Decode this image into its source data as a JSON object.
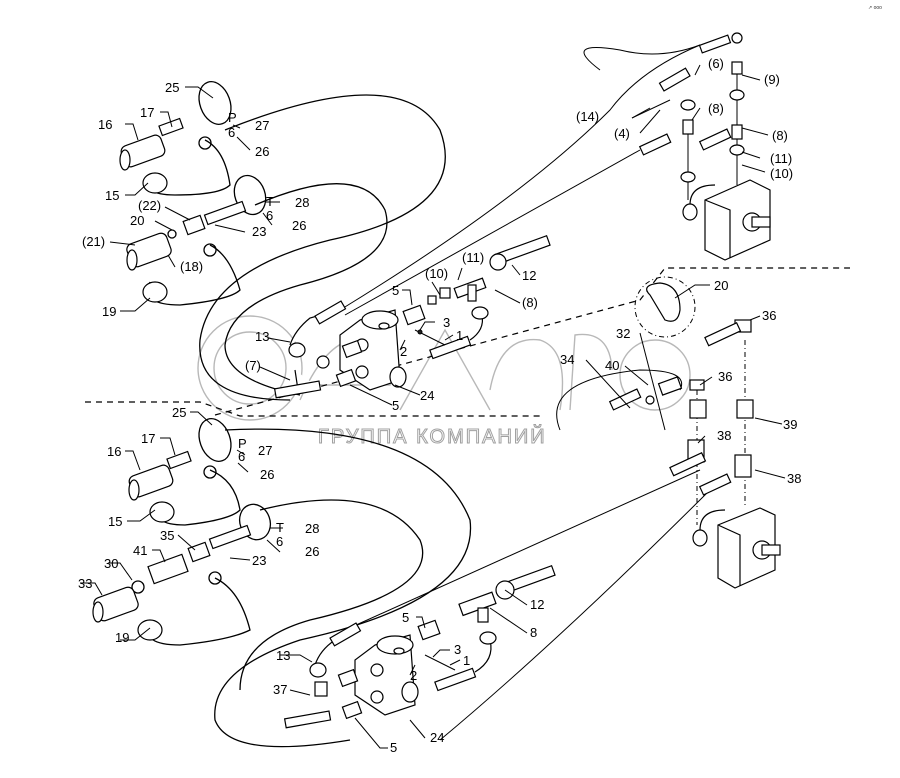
{
  "diagram": {
    "type": "exploded-parts-diagram",
    "subject": "hydraulic hose and coupling assembly with two gear pumps",
    "watermark": {
      "logo_text": "белагро",
      "subtitle": "ГРУППА КОМПАНИЙ"
    },
    "corner_mark": "↗ ooo",
    "upper_assembly": {
      "labels": [
        "25",
        "17",
        "P",
        "27",
        "16",
        "6",
        "26",
        "15",
        "T",
        "28",
        "(22)",
        "20",
        "23",
        "6",
        "26",
        "(21)",
        "(18)",
        "19",
        "5",
        "(10)",
        "(11)",
        "12",
        "(8)",
        "13",
        "3",
        "1",
        "2",
        "(7)",
        "24",
        "5"
      ],
      "pump_labels": [
        "(6)",
        "(9)",
        "(14)",
        "(8)",
        "(4)",
        "(8)",
        "(11)",
        "(10)"
      ]
    },
    "lower_assembly": {
      "labels": [
        "25",
        "17",
        "P",
        "27",
        "16",
        "6",
        "26",
        "15",
        "T",
        "28",
        "35",
        "23",
        "6",
        "26",
        "41",
        "30",
        "33",
        "19",
        "5",
        "12",
        "8",
        "13",
        "3",
        "1",
        "2",
        "37",
        "24",
        "5"
      ],
      "pump_labels": [
        "20",
        "36",
        "32",
        "34",
        "40",
        "36",
        "39",
        "38",
        "38"
      ]
    },
    "callouts": {
      "c25a": "25",
      "c17a": "17",
      "cPa": "P",
      "c27a": "27",
      "c16a": "16",
      "c6a": "6",
      "c26a": "26",
      "c15a": "15",
      "cTa": "T",
      "c28a": "28",
      "c22": "(22)",
      "c20a": "20",
      "c23a": "23",
      "c6b": "6",
      "c26b": "26",
      "c21": "(21)",
      "c18": "(18)",
      "c19a": "19",
      "c5a": "5",
      "c10a": "(10)",
      "c11a": "(11)",
      "c12a": "12",
      "c8a": "(8)",
      "c13a": "13",
      "c3a": "3",
      "c1a": "1",
      "c2a": "2",
      "c7": "(7)",
      "c24a": "24",
      "c5b": "5",
      "c6p": "(6)",
      "c9p": "(9)",
      "c14p": "(14)",
      "c8p1": "(8)",
      "c4p": "(4)",
      "c8p2": "(8)",
      "c11p": "(11)",
      "c10p": "(10)",
      "c20b": "20",
      "c36a": "36",
      "c32": "32",
      "c34": "34",
      "c40": "40",
      "c36b": "36",
      "c39": "39",
      "c38a": "38",
      "c38b": "38",
      "c25b": "25",
      "c17b": "17",
      "cPb": "P",
      "c27b": "27",
      "c16b": "16",
      "c6c": "6",
      "c26c": "26",
      "c15b": "15",
      "cTb": "T",
      "c28b": "28",
      "c35": "35",
      "c23b": "23",
      "c6d": "6",
      "c26d": "26",
      "c41": "41",
      "c30": "30",
      "c33": "33",
      "c19b": "19",
      "c5c": "5",
      "c12b": "12",
      "c8b": "8",
      "c13b": "13",
      "c3b": "3",
      "c1b": "1",
      "c2b": "2",
      "c37": "37",
      "c24b": "24",
      "c5d": "5"
    }
  }
}
